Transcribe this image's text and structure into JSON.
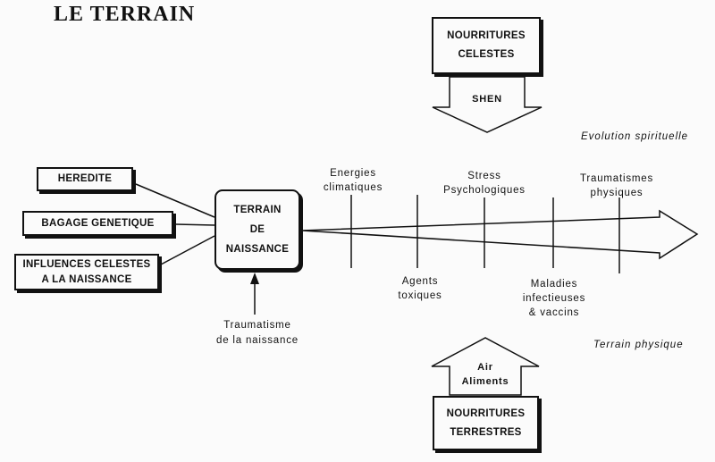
{
  "title": "LE TERRAIN",
  "left_boxes": {
    "heredite": "HEREDITE",
    "bagage": "BAGAGE GENETIQUE",
    "influences_line1": "INFLUENCES CELESTES",
    "influences_line2": "A LA NAISSANCE"
  },
  "center_box": {
    "line1": "TERRAIN",
    "line2": "DE",
    "line3": "NAISSANCE"
  },
  "top": {
    "box_line1": "NOURRITURES",
    "box_line2": "CELESTES",
    "arrow_label": "SHEN"
  },
  "bottom": {
    "arrow_line1": "Air",
    "arrow_line2": "Aliments",
    "box_line1": "NOURRITURES",
    "box_line2": "TERRESTRES"
  },
  "traumatisme": {
    "line1": "Traumatisme",
    "line2": "de la naissance"
  },
  "upper_labels": {
    "energies_1": "Energies",
    "energies_2": "climatiques",
    "stress_1": "Stress",
    "stress_2": "Psychologiques",
    "trauma_1": "Traumatismes",
    "trauma_2": "physiques"
  },
  "lower_labels": {
    "agents_1": "Agents",
    "agents_2": "toxiques",
    "maladies_1": "Maladies",
    "maladies_2": "infectieuses",
    "maladies_3": "& vaccins"
  },
  "side_labels": {
    "evolution": "Evolution   spirituelle",
    "terrain_physique": "Terrain   physique"
  }
}
